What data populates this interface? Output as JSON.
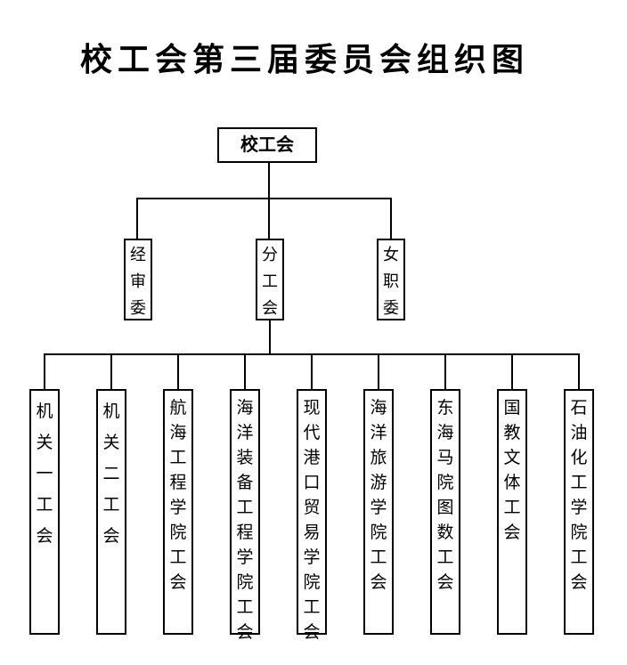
{
  "title": "校工会第三届委员会组织图",
  "org": {
    "root": {
      "label": "校工会"
    },
    "committees": [
      {
        "label": "经审委"
      },
      {
        "label": "分工会"
      },
      {
        "label": "女职委"
      }
    ],
    "branches": [
      {
        "label": "机关一工会"
      },
      {
        "label": "机关二工会"
      },
      {
        "label": "航海工程学院工会"
      },
      {
        "label": "海洋装备工程学院工会"
      },
      {
        "label": "现代港口贸易学院工会"
      },
      {
        "label": "海洋旅游学院工会"
      },
      {
        "label": "东海马院图数工会"
      },
      {
        "label": "国教文体工会"
      },
      {
        "label": "石油化工学院工会"
      }
    ]
  },
  "colors": {
    "background": "#ffffff",
    "text": "#000000",
    "line": "#000000",
    "box_border": "#000000"
  }
}
